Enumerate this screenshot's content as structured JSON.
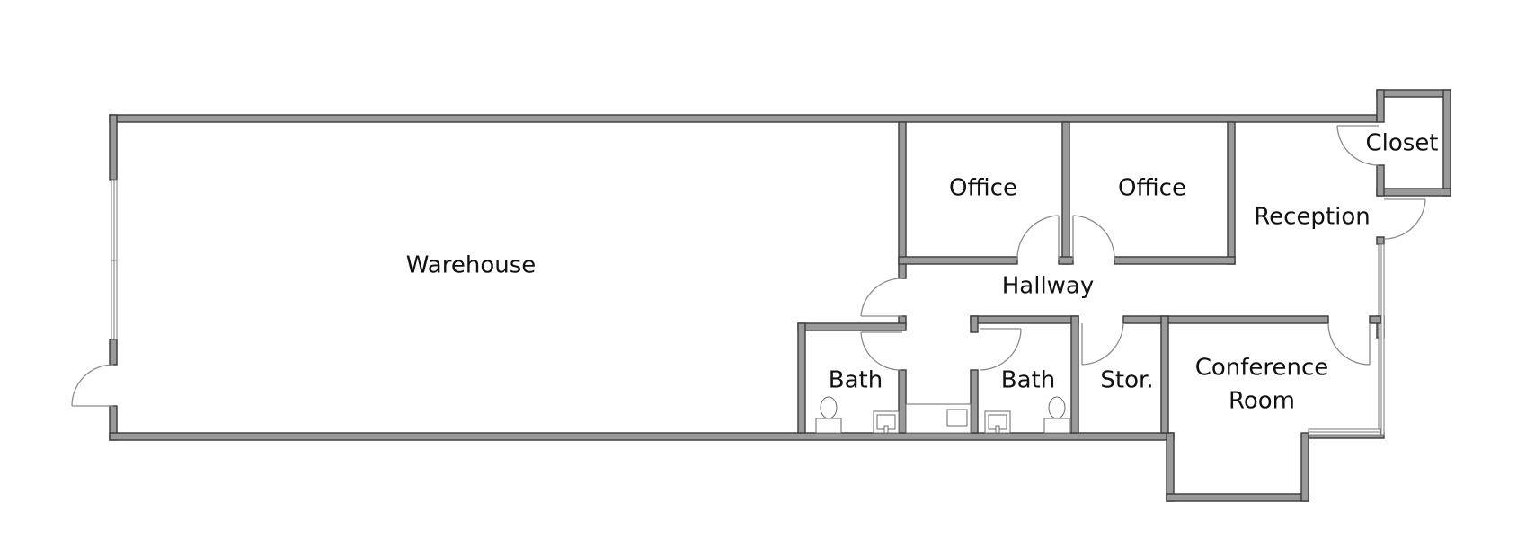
{
  "floor_plan": {
    "rooms": {
      "warehouse": "Warehouse",
      "office_1": "Office",
      "office_2": "Office",
      "closet": "Closet",
      "reception": "Reception",
      "hallway": "Hallway",
      "bath_1": "Bath",
      "bath_2": "Bath",
      "storage": "Stor.",
      "conference_line_1": "Conference",
      "conference_line_2": "Room"
    },
    "colors": {
      "wall_fill": "#9a9a9a",
      "wall_outline": "#3a3a3a",
      "background": "#ffffff"
    }
  }
}
